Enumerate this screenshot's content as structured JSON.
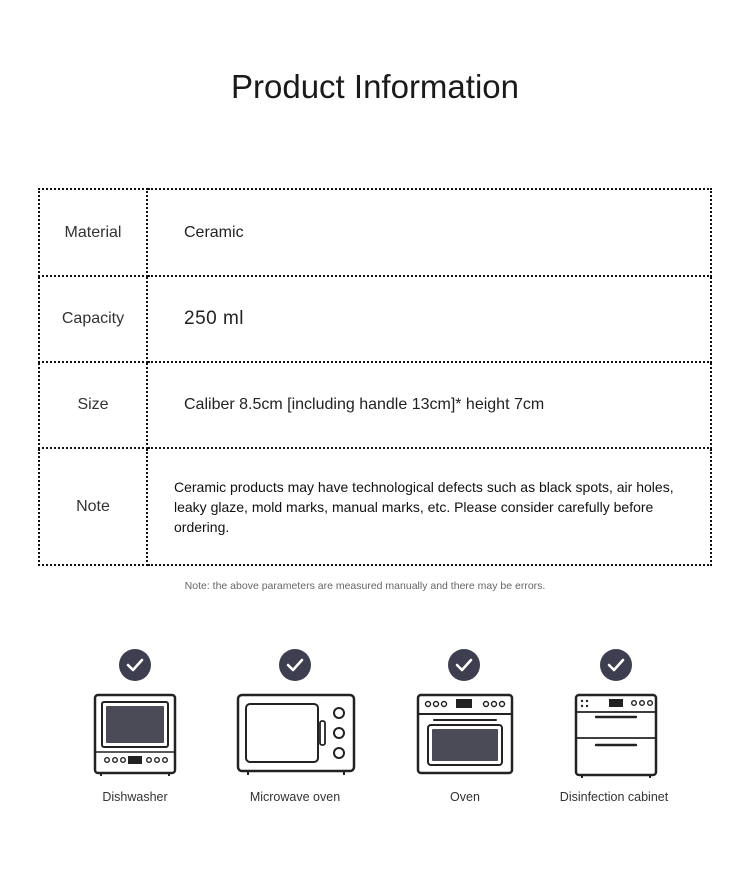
{
  "page": {
    "title": "Product Information"
  },
  "specs": {
    "material": {
      "label": "Material",
      "value": "Ceramic"
    },
    "capacity": {
      "label": "Capacity",
      "value": "250 ml"
    },
    "size": {
      "label": "Size",
      "value": "Caliber 8.5cm [including handle 13cm]* height 7cm"
    },
    "note": {
      "label": "Note",
      "value": "Ceramic products may have technological defects such as black spots, air holes, leaky glaze, mold marks, manual marks, etc. Please consider carefully before ordering."
    }
  },
  "footnote": "Note: the above parameters are measured manually and there may be errors.",
  "appliances": [
    {
      "label": "Dishwasher",
      "icon": "dishwasher-icon",
      "check_icon": "check-circle-icon"
    },
    {
      "label": "Microwave oven",
      "icon": "microwave-icon",
      "check_icon": "check-circle-icon"
    },
    {
      "label": "Oven",
      "icon": "oven-icon",
      "check_icon": "check-circle-icon"
    },
    {
      "label": "Disinfection cabinet",
      "icon": "disinfection-cabinet-icon",
      "check_icon": "check-circle-icon"
    }
  ],
  "colors": {
    "check_badge": "#3d3f50",
    "border": "#111111"
  }
}
